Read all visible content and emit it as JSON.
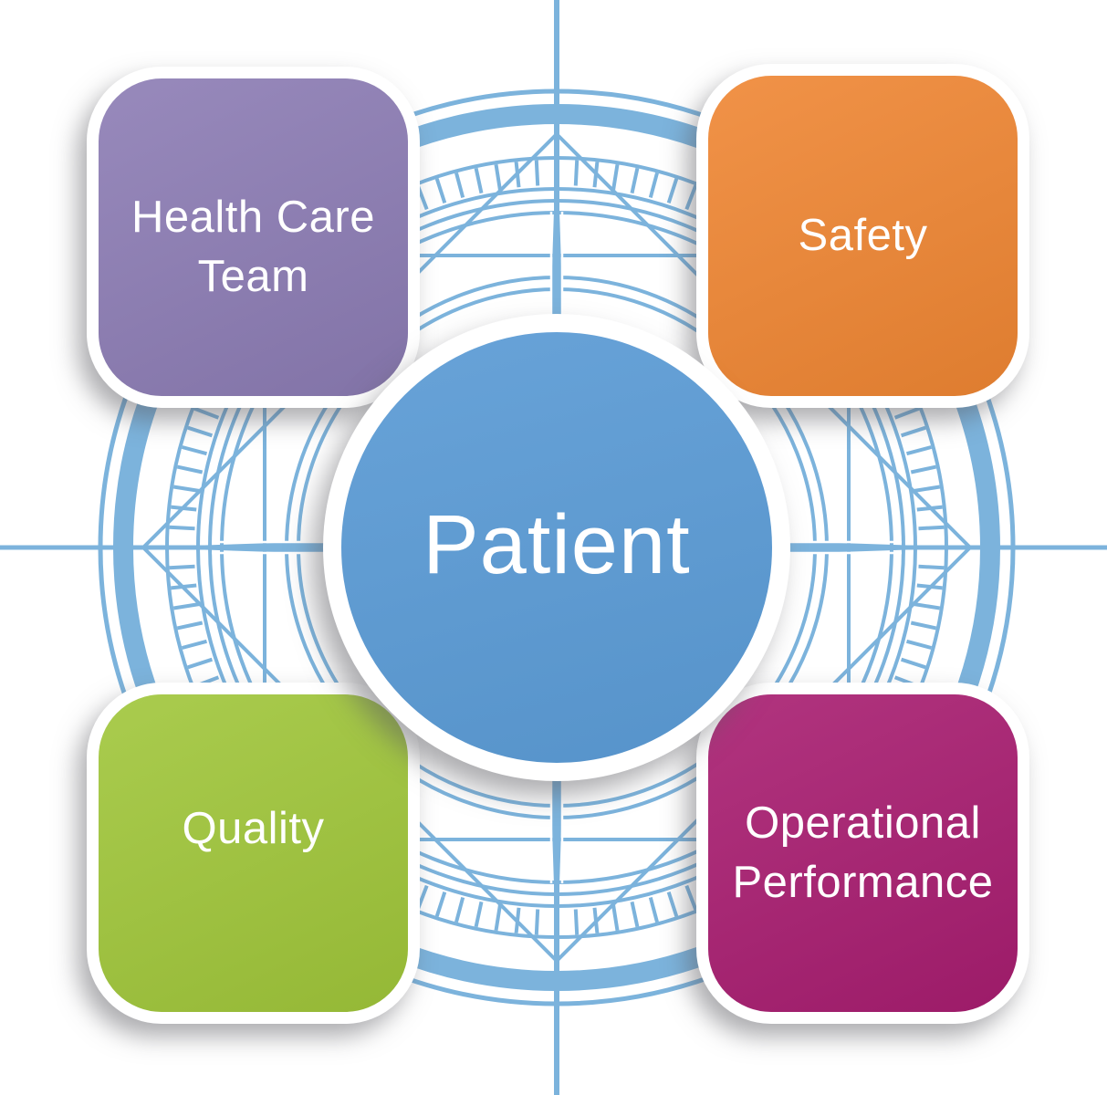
{
  "diagram": {
    "center": {
      "label": "Patient",
      "color": "#5B9BD5"
    },
    "quadrants": [
      {
        "label": "Health Care Team",
        "color": "#8C7CB4",
        "position": "top-left"
      },
      {
        "label": "Safety",
        "color": "#EF8633",
        "position": "top-right"
      },
      {
        "label": "Quality",
        "color": "#A0C63A",
        "position": "bottom-left"
      },
      {
        "label": "Operational Performance",
        "color": "#A81D70",
        "position": "bottom-right"
      }
    ],
    "background": {
      "motif": "compass-rose",
      "color": "#7CB3DC"
    }
  }
}
